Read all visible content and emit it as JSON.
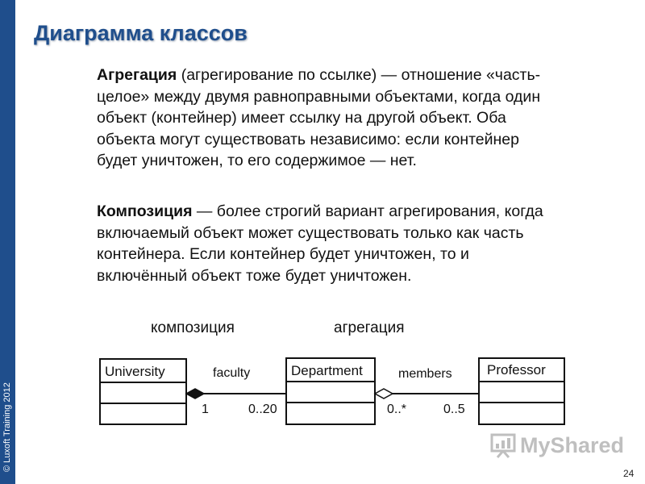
{
  "slide": {
    "title": "Диаграмма классов",
    "copyright": "© Luxoft Training 2012",
    "page_number": "24"
  },
  "paragraphs": [
    {
      "term": "Агрегация",
      "text": " (агрегирование по ссылке) — отношение «часть-целое» между двумя равноправными объектами, когда один объект (контейнер) имеет ссылку на другой объект. Оба объекта могут существовать независимо: если контейнер будет уничтожен, то его содержимое — нет."
    },
    {
      "term": "Композиция",
      "text": " — более строгий вариант агрегирования, когда включаемый объект может существовать только как часть контейнера. Если контейнер будет уничтожен, то и включённый объект тоже будет уничтожен."
    }
  ],
  "diagram": {
    "label_composition": "композиция",
    "label_aggregation": "агрегация",
    "classes": {
      "university": "University",
      "department": "Department",
      "professor": "Professor"
    },
    "associations": {
      "composition": {
        "name": "faculty",
        "mult_whole": "1",
        "mult_part": "0..20"
      },
      "aggregation": {
        "name": "members",
        "mult_whole": "0..*",
        "mult_part": "0..5"
      }
    }
  },
  "watermark": {
    "text": "MyShared"
  }
}
